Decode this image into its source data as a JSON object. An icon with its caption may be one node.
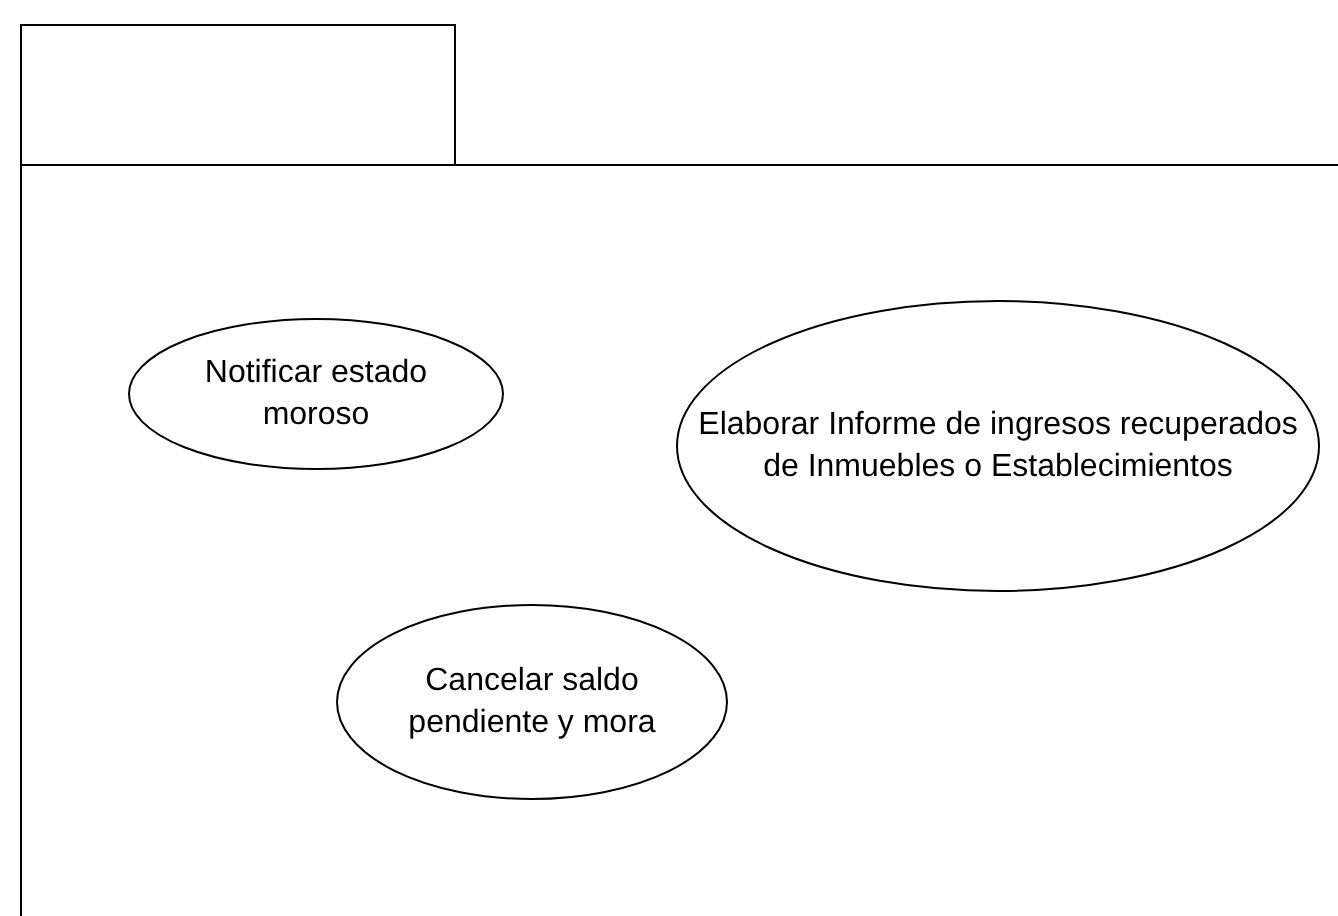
{
  "diagram": {
    "nodes": [
      {
        "text": [],
        "shape": "folder"
      },
      {
        "text": [
          "Notificar estado moroso"
        ],
        "in": 0
      },
      {
        "text": [
          "Elaborar Informe de ingresos recuperados de Inmuebles o Establecimientos"
        ],
        "in": 0
      },
      {
        "text": [
          "Cancelar saldo pendiente y mora"
        ],
        "in": 0
      }
    ],
    "edges": []
  }
}
